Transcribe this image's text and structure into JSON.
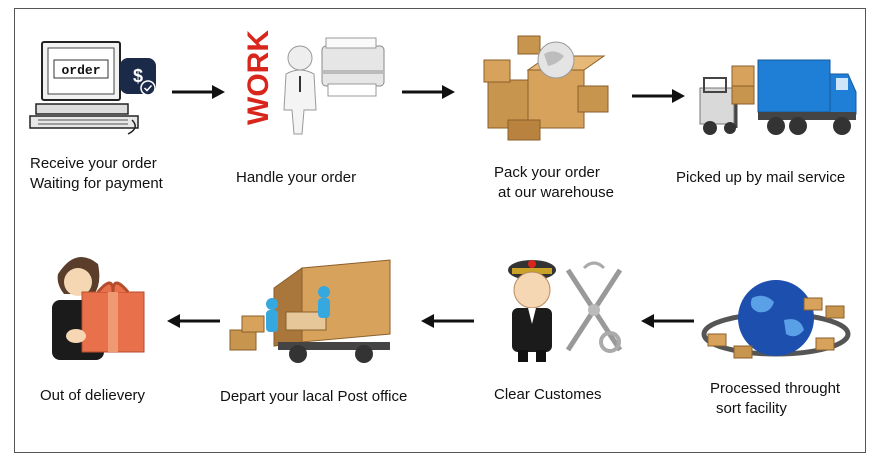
{
  "steps": [
    {
      "lines": [
        "Receive your order",
        "Waiting for payment"
      ],
      "screen_text": "order"
    },
    {
      "lines": [
        "Handle your order"
      ],
      "word_art": "WORK"
    },
    {
      "lines": [
        "Pack your order",
        "at our warehouse"
      ]
    },
    {
      "lines": [
        "Picked up by mail service"
      ]
    },
    {
      "lines": [
        "Processed throught",
        "sort facility"
      ]
    },
    {
      "lines": [
        "Clear Customes"
      ]
    },
    {
      "lines": [
        "Depart your lacal Post office"
      ]
    },
    {
      "lines": [
        "Out of delievery"
      ]
    }
  ],
  "colors": {
    "arrow": "#111111",
    "work_red": "#d9261c",
    "truck_blue": "#1f7fd6",
    "box_brown": "#c8954f",
    "gift_red": "#e8704a",
    "globe_blue": "#1d4fae"
  }
}
